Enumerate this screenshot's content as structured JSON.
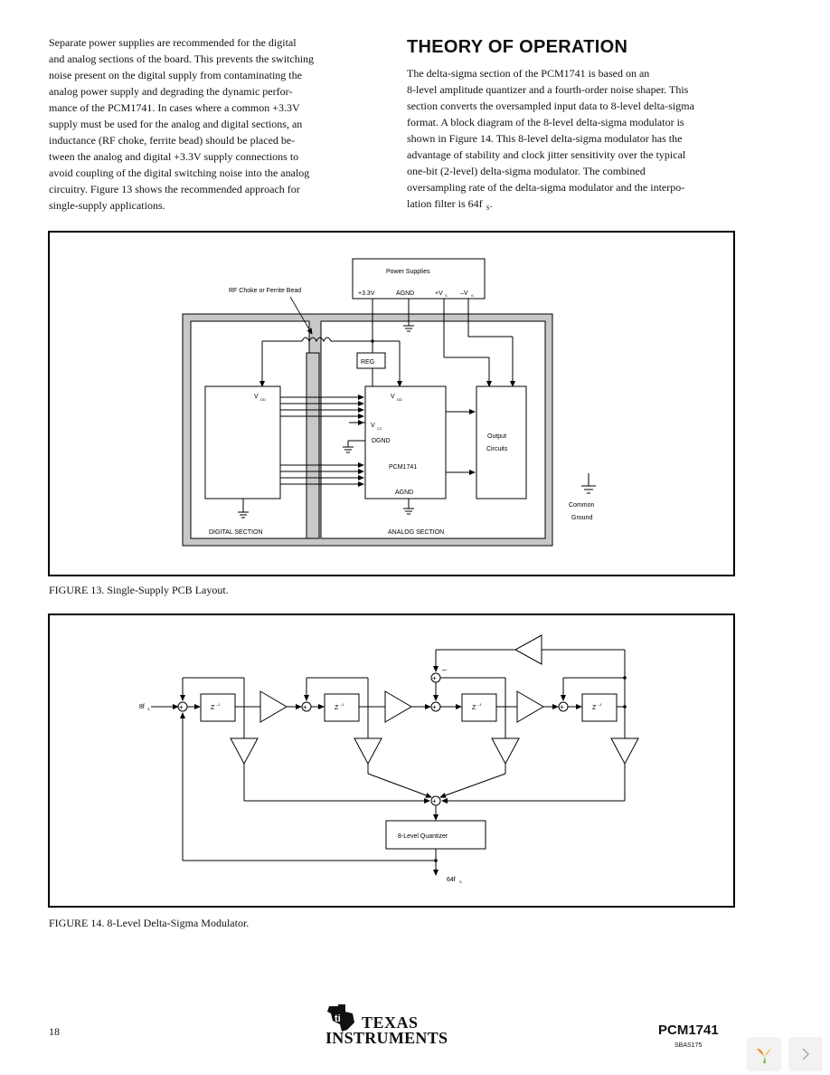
{
  "left_column": {
    "lines": [
      "Separate power supplies are recommended for the digital",
      "and analog sections of the board. This prevents the switching",
      "noise present on the digital supply from contaminating the",
      "analog power supply and degrading the dynamic perfor-",
      "mance of the PCM1741. In cases where a common +3.3V",
      "supply must be used for the analog and digital sections, an",
      "inductance (RF choke, ferrite bead) should be placed be-",
      "tween the analog and digital +3.3V supply connections to",
      "avoid coupling of the digital switching noise into the analog",
      "circuitry. Figure 13 shows the recommended approach for",
      "single-supply applications."
    ]
  },
  "right_column": {
    "heading": "THEORY OF OPERATION",
    "lines": [
      "The delta-sigma section of the PCM1741 is based on an",
      "8-level amplitude quantizer and a fourth-order noise shaper. This",
      "section converts the oversampled input data to 8-level delta-sigma",
      "format. A block diagram of the 8-level delta-sigma modulator is",
      "shown in Figure 14. This 8-level delta-sigma modulator has the",
      "advantage of stability and clock jitter sensitivity over the typical",
      "one-bit (2-level) delta-sigma modulator. The combined",
      "oversampling rate of the delta-sigma modulator and the interpo-",
      "lation filter is 64f"
    ],
    "last_sub": "S",
    "last_end": "."
  },
  "figure13": {
    "caption": "FIGURE 13. Single-Supply PCB Layout.",
    "power_supplies": "Power Supplies",
    "pin_33v": "+3.3V",
    "pin_agnd": "AGND",
    "pin_v1": "+V",
    "pin_v2": "–V",
    "pin_sub": "S",
    "rf_choke": "RF Choke or Ferrite Bead",
    "reg": "REG",
    "v_label": "V",
    "v_sub": "DD",
    "vcc_sub": "CC",
    "dgnd": "DGND",
    "pcm": "PCM1741",
    "agnd": "AGND",
    "output_1": "Output",
    "output_2": "Circuits",
    "common_1": "Common",
    "common_2": "Ground",
    "digital_section": "DIGITAL SECTION",
    "analog_section": "ANALOG SECTION"
  },
  "figure14": {
    "caption": "FIGURE 14. 8-Level Delta-Sigma Modulator.",
    "input": "8f",
    "input_sub": "S",
    "z_block": "Z",
    "z_sup": "–1",
    "minus": "–",
    "quantizer": "8-Level Quantizer",
    "output": "64f",
    "output_sub": "S"
  },
  "footer": {
    "page_number": "18",
    "logo_line1": "TEXAS",
    "logo_line2": "INSTRUMENTS",
    "part_number": "PCM1741",
    "doc_code": "SBAS175"
  }
}
